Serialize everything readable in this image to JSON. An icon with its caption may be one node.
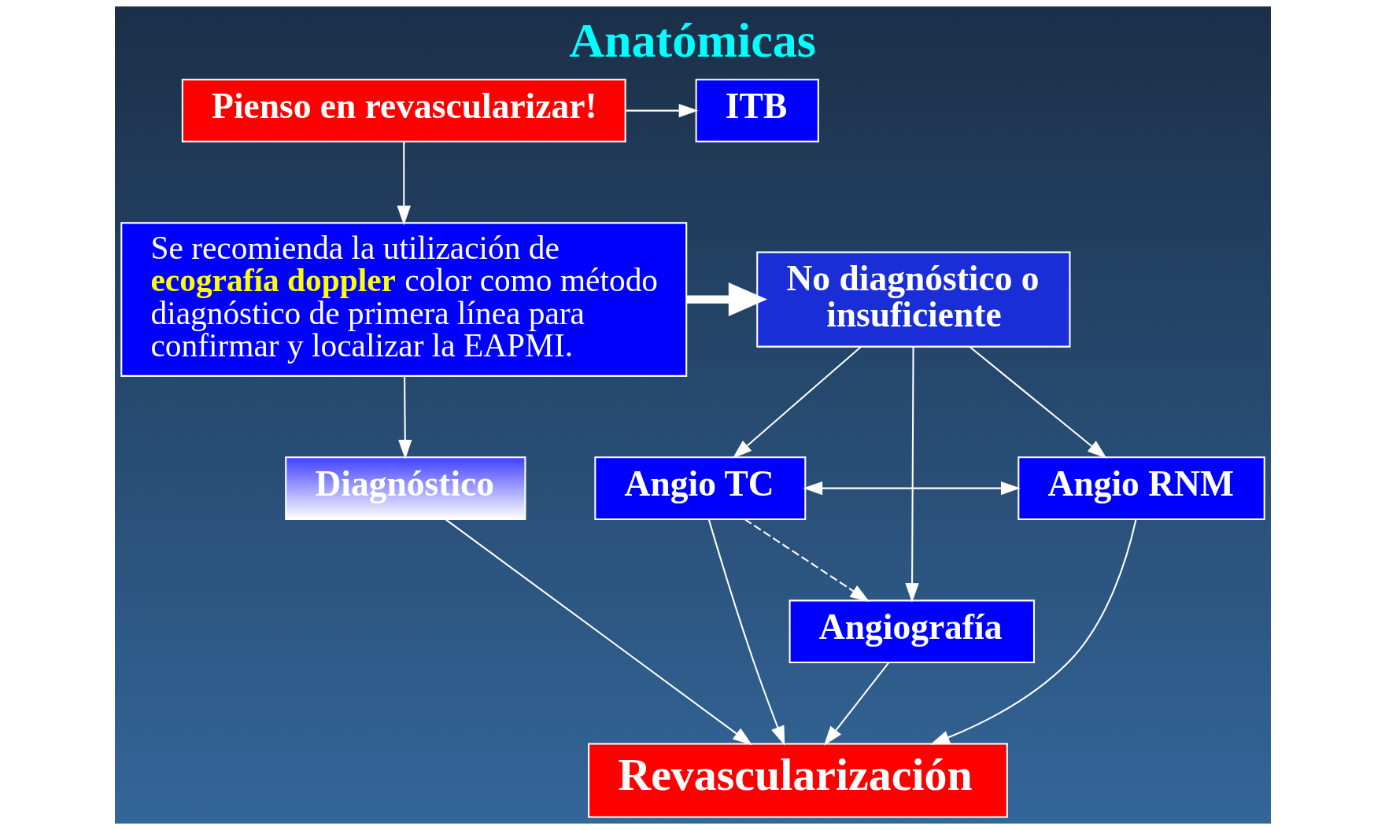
{
  "diagram": {
    "title": "Anatómicas",
    "nodes": [
      {
        "text": [
          "Pienso en revascularizar!"
        ]
      },
      {
        "text": [
          "ITB"
        ]
      },
      {
        "text": [
          "Se recomienda la utilización de **ecografía doppler** color como método diagnóstico de primera línea para confirmar y localizar la EAPMI."
        ]
      },
      {
        "text": [
          "No diagnóstico o insuficiente"
        ]
      },
      {
        "text": [
          "Diagnóstico"
        ]
      },
      {
        "text": [
          "Angio TC"
        ]
      },
      {
        "text": [
          "Angio RNM"
        ]
      },
      {
        "text": [
          "Angiografía"
        ]
      },
      {
        "text": [
          "Revascularización"
        ]
      }
    ],
    "edges": [
      {
        "from": 0,
        "to": 1,
        "arrow": "to"
      },
      {
        "from": 0,
        "to": 2,
        "arrow": "to"
      },
      {
        "from": 2,
        "to": 3,
        "arrow": "to",
        "style": "thick"
      },
      {
        "from": 2,
        "to": 4,
        "arrow": "to"
      },
      {
        "from": 3,
        "to": 5,
        "arrow": "to"
      },
      {
        "from": 3,
        "to": 6,
        "arrow": "to"
      },
      {
        "from": 3,
        "to": 7,
        "arrow": "to"
      },
      {
        "from": 5,
        "to": 6,
        "arrow": "both"
      },
      {
        "from": 5,
        "to": 7,
        "arrow": "to",
        "style": "dashed"
      },
      {
        "from": 4,
        "to": 8,
        "arrow": "to"
      },
      {
        "from": 5,
        "to": 8,
        "arrow": "to"
      },
      {
        "from": 6,
        "to": 8,
        "arrow": "to"
      },
      {
        "from": 7,
        "to": 8,
        "arrow": "to"
      }
    ]
  }
}
